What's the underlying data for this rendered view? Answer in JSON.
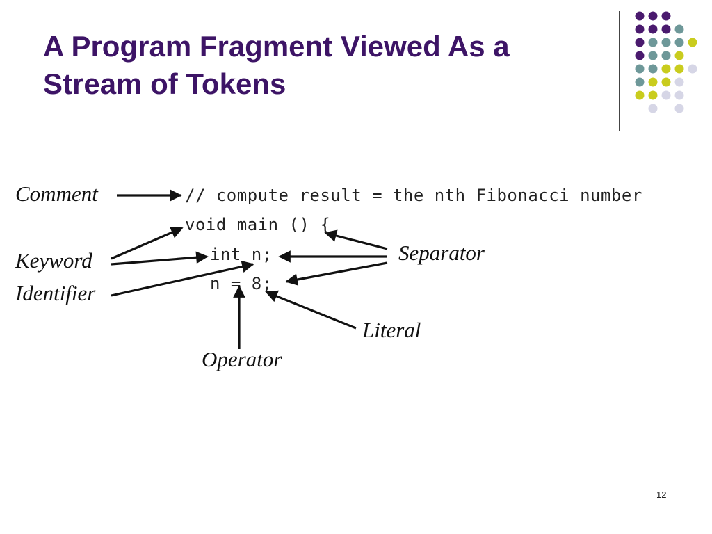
{
  "slide": {
    "title_line1": "A Program Fragment Viewed As a",
    "title_line2": "Stream of Tokens",
    "number": "12"
  },
  "code": {
    "line1": "// compute result = the nth Fibonacci number",
    "line2": "void main () {",
    "line3": "int n;",
    "line4": "n = 8;"
  },
  "labels": {
    "comment": "Comment",
    "keyword": "Keyword",
    "identifier": "Identifier",
    "separator": "Separator",
    "literal": "Literal",
    "operator": "Operator"
  },
  "colors": {
    "title": "#3d1466",
    "dot_purple": "#4a1a6e",
    "dot_teal": "#6e9899",
    "dot_yellow": "#c9cc1e",
    "dot_lavender": "#d6d6e6"
  }
}
